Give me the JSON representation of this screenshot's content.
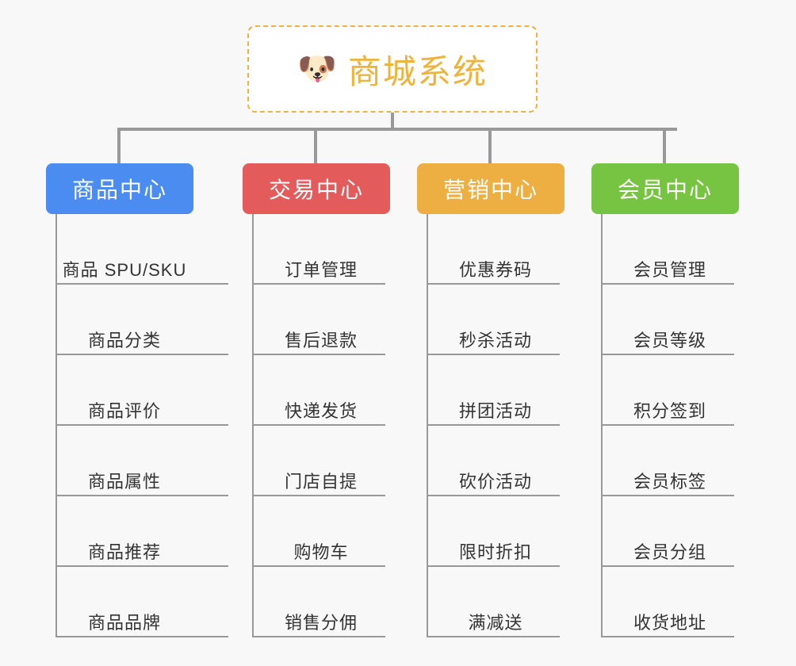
{
  "root": {
    "emoji": "🐶",
    "emoji_name": "shiba-dog-face-emoji",
    "title": "商城系统",
    "title_color": "#eeb33c",
    "border_color": "#eeb33c",
    "background": "#ffffff"
  },
  "canvas": {
    "background": "#f8f8f8",
    "line_color": "#999999"
  },
  "branches": [
    {
      "title": "商品中心",
      "color": "#4a8cf0",
      "items": [
        "商品 SPU/SKU",
        "商品分类",
        "商品评价",
        "商品属性",
        "商品推荐",
        "商品品牌"
      ]
    },
    {
      "title": "交易中心",
      "color": "#e35b5b",
      "items": [
        "订单管理",
        "售后退款",
        "快递发货",
        "门店自提",
        "购物车",
        "销售分佣"
      ]
    },
    {
      "title": "营销中心",
      "color": "#eeaf42",
      "items": [
        "优惠券码",
        "秒杀活动",
        "拼团活动",
        "砍价活动",
        "限时折扣",
        "满减送"
      ]
    },
    {
      "title": "会员中心",
      "color": "#76c442",
      "items": [
        "会员管理",
        "会员等级",
        "积分签到",
        "会员标签",
        "会员分组",
        "收货地址"
      ]
    }
  ]
}
